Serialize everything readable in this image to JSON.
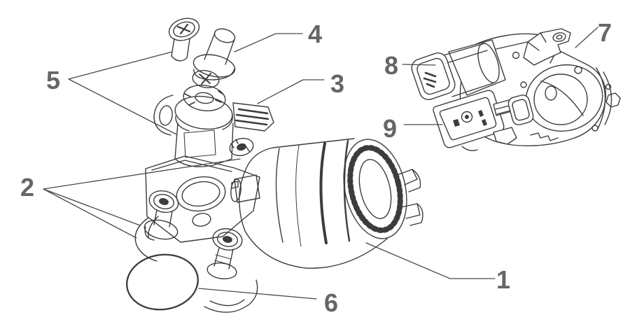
{
  "figure": {
    "kind": "exploded-parts-line-diagram",
    "background_color": "#ffffff",
    "line_color": "#3c3c3c",
    "leader_color": "#4a4a4a",
    "label_color": "#666666",
    "callouts": [
      {
        "label": "1"
      },
      {
        "label": "2"
      },
      {
        "label": "3"
      },
      {
        "label": "4"
      },
      {
        "label": "5"
      },
      {
        "label": "6"
      },
      {
        "label": "7"
      },
      {
        "label": "8"
      },
      {
        "label": "9"
      }
    ]
  }
}
